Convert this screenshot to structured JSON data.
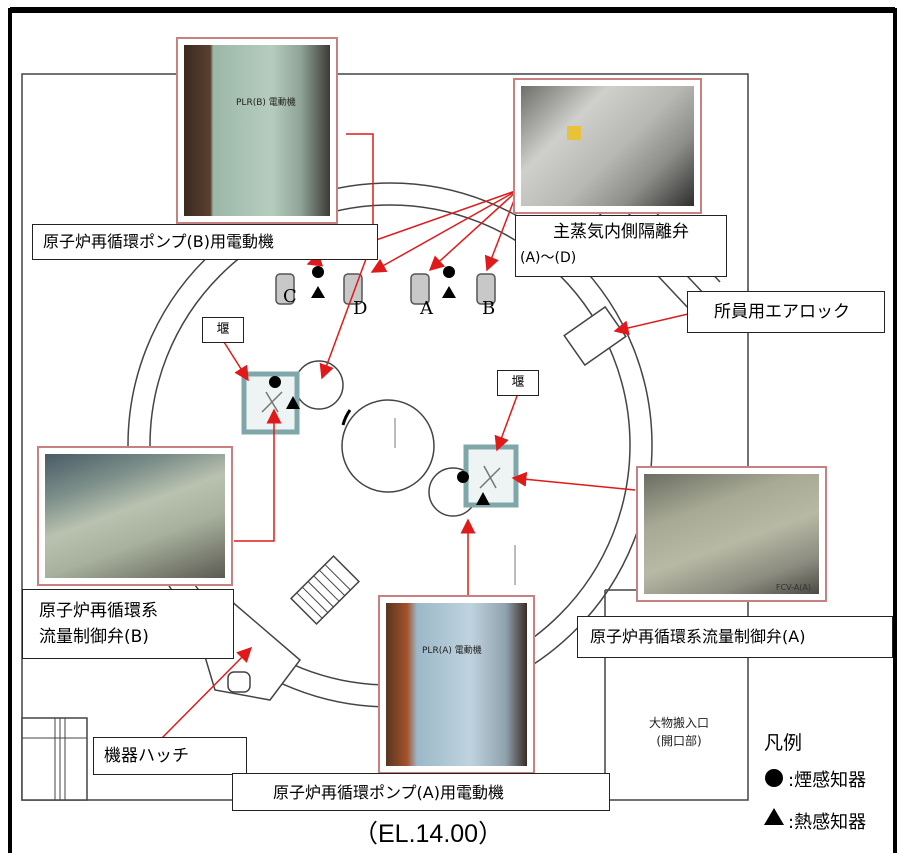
{
  "labels": {
    "pump_b_motor": "原子炉再循環ポンプ(B)用電動機",
    "msiv_line1": "主蒸気内側隔離弁",
    "msiv_line2": "(A)～(D)",
    "airlock": "所員用エアロック",
    "weir_left": "堰",
    "weir_right": "堰",
    "fcv_b_line1": "原子炉再循環系",
    "fcv_b_line2": "流量制御弁(B)",
    "fcv_a": "原子炉再循環系流量制御弁(A)",
    "hatch": "機器ハッチ",
    "pump_a_motor": "原子炉再循環ポンプ(A)用電動機",
    "cargo_line1": "大物搬入口",
    "cargo_line2": "(開口部)",
    "elevation": "（EL.14.00）"
  },
  "valves": [
    {
      "letter": "C"
    },
    {
      "letter": "D"
    },
    {
      "letter": "A"
    },
    {
      "letter": "B"
    }
  ],
  "photos": {
    "pump_b_plate": "PLR(B) 電動機",
    "pump_a_plate": "PLR(A) 電動機",
    "fcv_a_caption": "FCV-A(A)"
  },
  "legend": {
    "title": "凡例",
    "smoke": ":煙感知器",
    "heat": ":熱感知器"
  },
  "colors": {
    "arrow": "#e01a1a",
    "weir_box": "#7fa7a9",
    "photo_border": "#c98080"
  }
}
